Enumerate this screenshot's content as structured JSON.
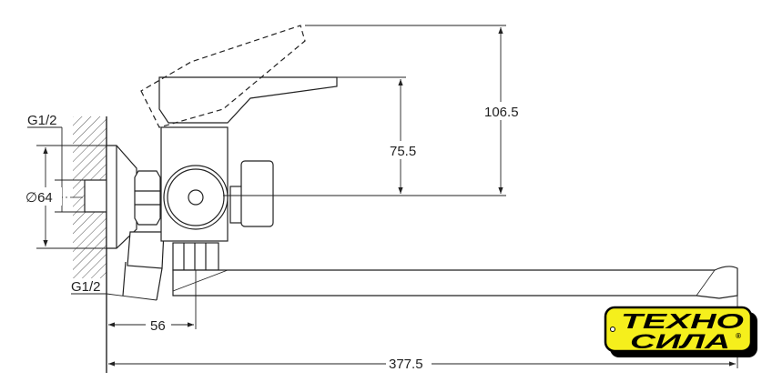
{
  "drawing": {
    "dimensions": {
      "height_max": "106.5",
      "height_handle": "75.5",
      "diameter": "∅64",
      "thread_top": "G1/2",
      "thread_bottom": "G1/2",
      "offset": "56",
      "spout_length": "377.5"
    }
  },
  "logo": {
    "line1": "ТЕХНО",
    "line2": "СИЛА",
    "mark": "®",
    "colors": {
      "background": "#f5ef1c",
      "text": "#000000"
    }
  }
}
